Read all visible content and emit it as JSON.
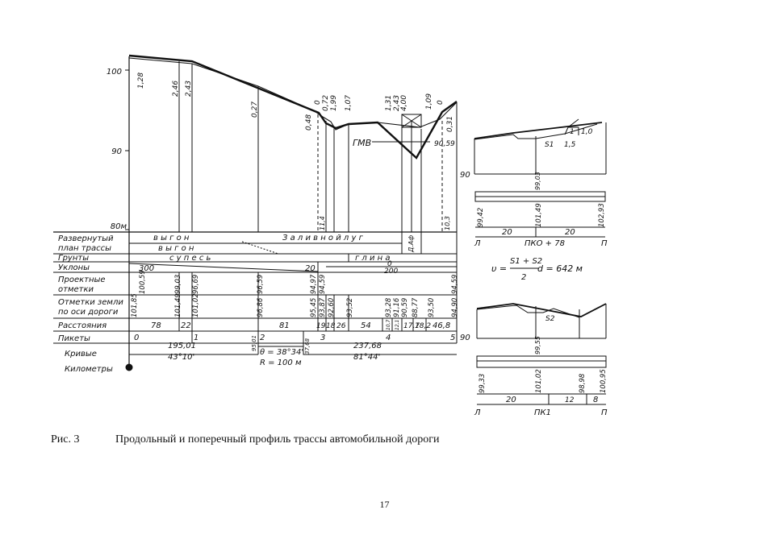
{
  "figure": {
    "caption_number": "Рис.  3",
    "caption_text": "Продольный и поперечный профиль трассы автомобильной дороги",
    "page_number": "17"
  },
  "longitudinal_profile": {
    "axis_ticks": [
      "100",
      "90",
      "80м"
    ],
    "top_labels": [
      "1,28",
      "2,46",
      "2,43",
      "0,27",
      "0,48",
      "0",
      "0,72",
      "1,99",
      "1,07",
      "1,31",
      "2,43",
      "4,00",
      "1,09",
      "0",
      "0,31"
    ],
    "gmv_label": "ГМВ",
    "gmv_value": "90,59",
    "bottom_labels": [
      "11,4",
      "10,3"
    ],
    "culvert_label": "Д.Аф"
  },
  "table": {
    "row_headers": [
      "Развернутый",
      "план трассы",
      "Грунты",
      "Уклоны",
      "Проектные",
      "отметки",
      "Отметки земли",
      "по оси дороги",
      "Расстояния",
      "Пикеты",
      "Кривые",
      "Километры"
    ],
    "plan_labels": [
      "в ы г о н",
      "З а л и в н о й     л у г"
    ],
    "plan_labels_row2": [
      "в ы г о н"
    ],
    "soils": [
      "с у п е с ь",
      "г л и н а"
    ],
    "slopes": [
      "300",
      "20",
      "0",
      "200"
    ],
    "design_marks": [
      "100,59",
      "99,03",
      "96,69",
      "96,59",
      "94,97",
      "94,59",
      "94,59"
    ],
    "ground_marks": [
      "101,85",
      "101,49",
      "101,02",
      "96,86",
      "95,45",
      "93,87",
      "92,60",
      "93,52",
      "93,28",
      "91,16",
      "90,59",
      "88,77",
      "93,50",
      "94,90"
    ],
    "distances": [
      "78",
      "22",
      "81",
      "19",
      "18",
      "26",
      "54",
      "10,7",
      "12,1",
      "17,7",
      "18,2",
      "46,8"
    ],
    "pickets": [
      "0",
      "1",
      "2",
      "3",
      "4",
      "5"
    ],
    "picket_extras": [
      "95,01",
      "37,68"
    ],
    "curves": [
      "195,01",
      "43°10'",
      "θ = 38°34'",
      "R = 100 м",
      "237,68",
      "81°44'"
    ]
  },
  "cross_section_top": {
    "labels": [
      "1",
      "1,0",
      "1,5",
      "S1"
    ],
    "level": "90",
    "marks": [
      "99,42",
      "99,03",
      "101,49",
      "102,93"
    ],
    "widths": [
      "20",
      "20"
    ],
    "side_left": "Л",
    "station": "ПКО + 78",
    "side_right": "П"
  },
  "formula": {
    "lhs": "υ =",
    "numerator": "S1 + S2",
    "denominator": "2",
    "rhs": "d  = 642 м"
  },
  "cross_section_bottom": {
    "label": "S2",
    "level": "90",
    "marks": [
      "99,33",
      "99,55",
      "101,02",
      "98,98",
      "100,95"
    ],
    "widths": [
      "20",
      "12",
      "8"
    ],
    "side_left": "Л",
    "station": "ПК1",
    "side_right": "П"
  }
}
